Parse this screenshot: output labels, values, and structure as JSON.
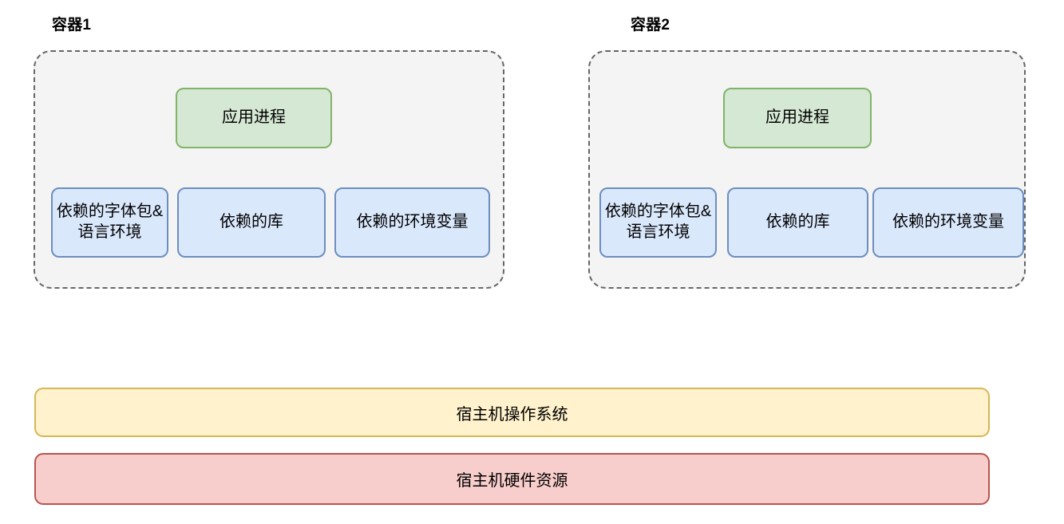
{
  "diagram": {
    "title_hidden": "",
    "containers": [
      {
        "title": "容器1",
        "app_process": "应用进程",
        "dependencies": [
          "依赖的字体包&语言环境",
          "依赖的库",
          "依赖的环境变量"
        ]
      },
      {
        "title": "容器2",
        "app_process": "应用进程",
        "dependencies": [
          "依赖的字体包&语言环境",
          "依赖的库",
          "依赖的环境变量"
        ]
      }
    ],
    "layers": [
      {
        "label": "宿主机操作系统"
      },
      {
        "label": "宿主机硬件资源"
      }
    ],
    "colors": {
      "container_fill": "#f4f4f4",
      "container_border": "#666666",
      "app_fill": "#d5e8d4",
      "app_border": "#82b366",
      "dep_fill": "#dae8fc",
      "dep_border": "#6c8ebf",
      "os_fill": "#fff2cc",
      "os_border": "#d6b656",
      "hw_fill": "#f8cecc",
      "hw_border": "#b85450"
    }
  }
}
